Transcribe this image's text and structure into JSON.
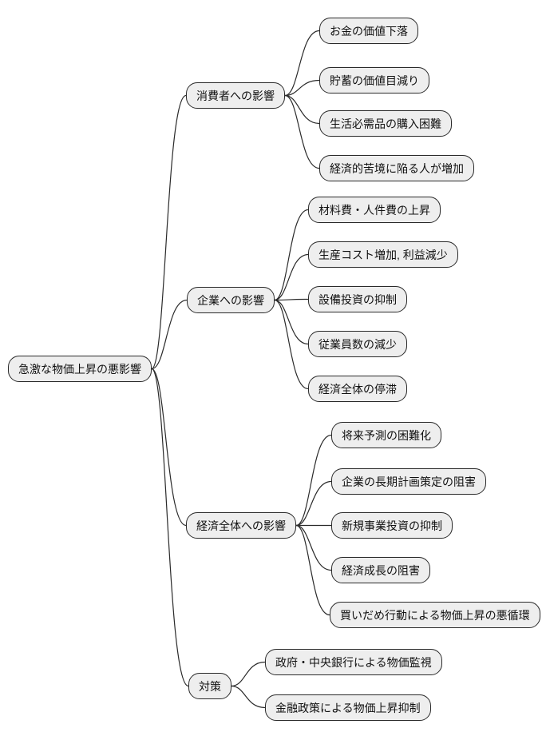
{
  "mindmap": {
    "root": "急激な物価上昇の悪影響",
    "branches": [
      {
        "label": "消費者への影響",
        "children": [
          "お金の価値下落",
          "貯蓄の価値目減り",
          "生活必需品の購入困難",
          "経済的苦境に陥る人が増加"
        ]
      },
      {
        "label": "企業への影響",
        "children": [
          "材料費・人件費の上昇",
          "生産コスト増加, 利益減少",
          "設備投資の抑制",
          "従業員数の減少",
          "経済全体の停滞"
        ]
      },
      {
        "label": "経済全体への影響",
        "children": [
          "将来予測の困難化",
          "企業の長期計画策定の阻害",
          "新規事業投資の抑制",
          "経済成長の阻害",
          "買いだめ行動による物価上昇の悪循環"
        ]
      },
      {
        "label": "対策",
        "children": [
          "政府・中央銀行による物価監視",
          "金融政策による物価上昇抑制"
        ]
      }
    ]
  },
  "style": {
    "node_fill": "#eeeeee",
    "node_border": "#2a2a2a",
    "connector": "#2a2a2a",
    "background": "#ffffff",
    "text_color": "#111111"
  }
}
